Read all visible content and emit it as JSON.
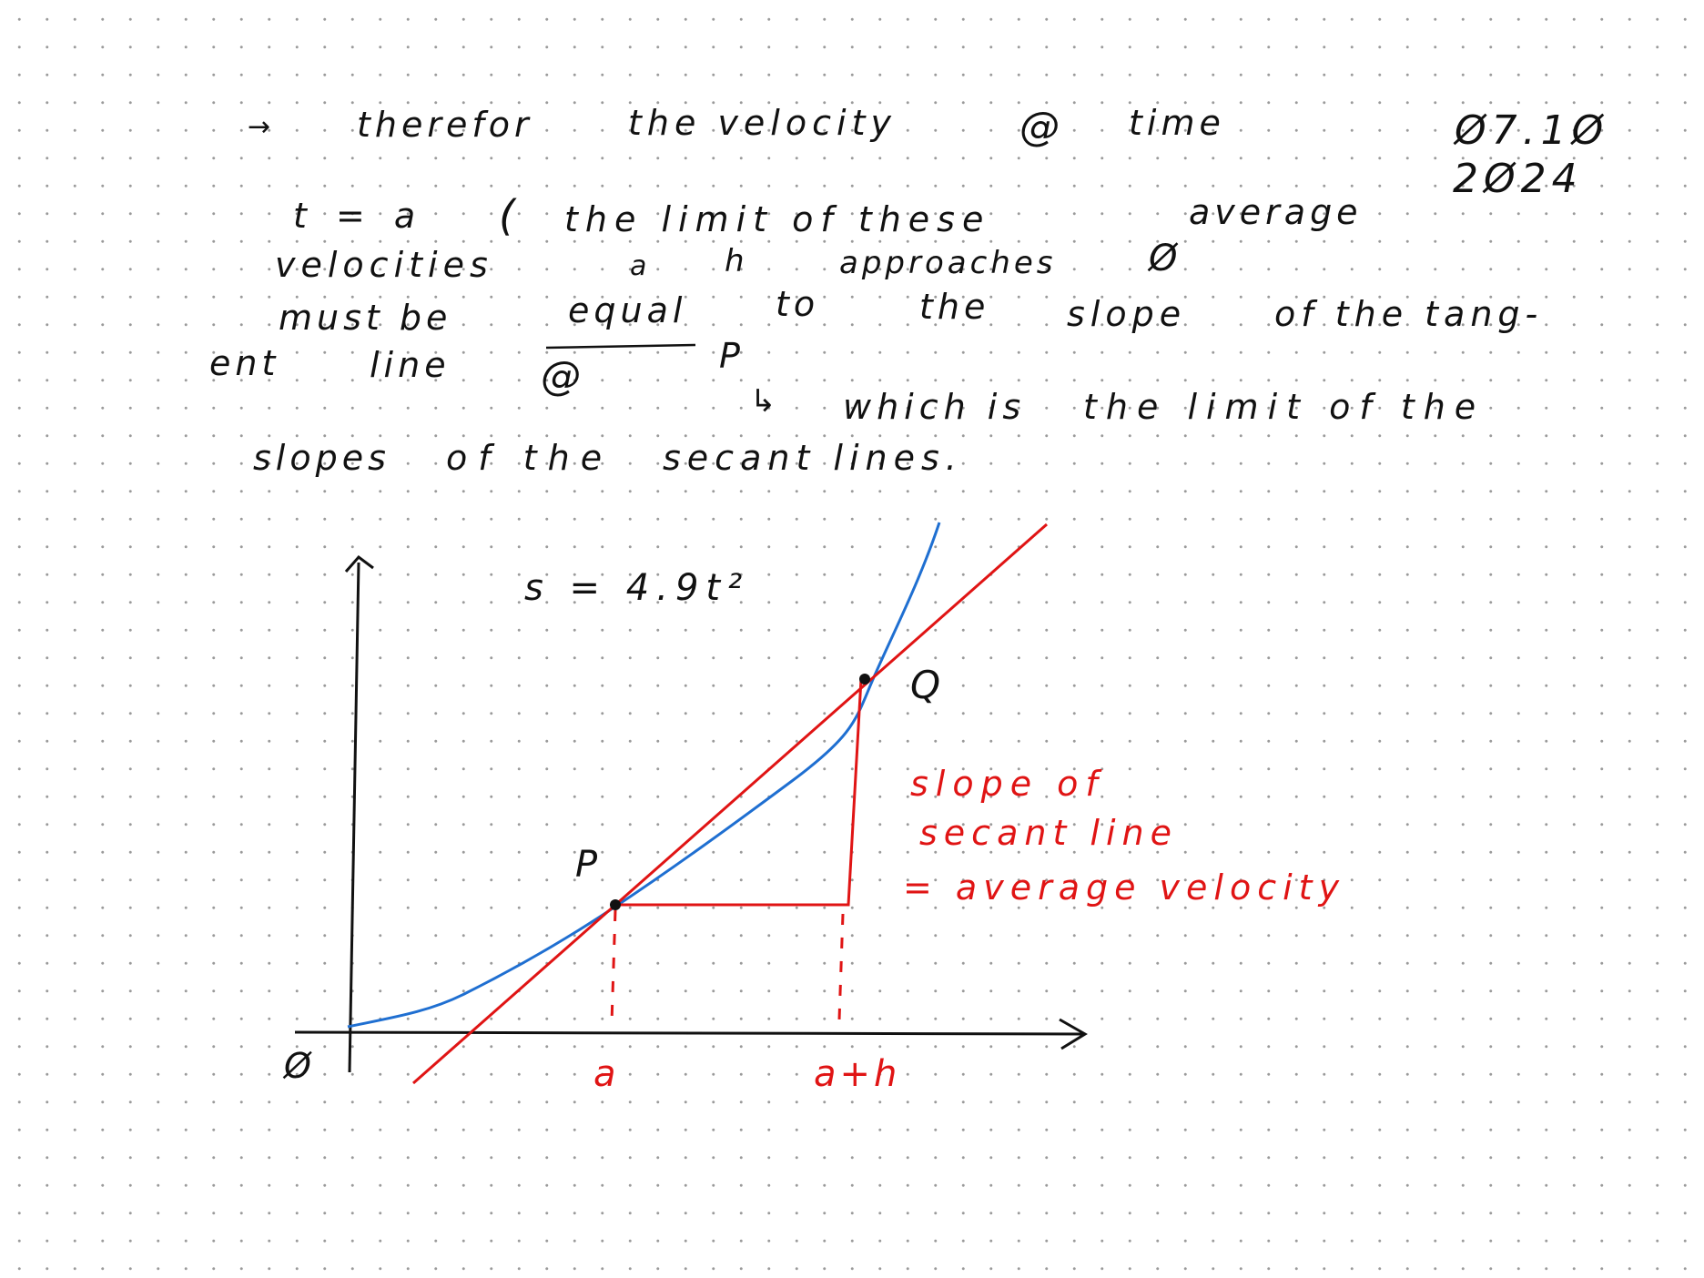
{
  "note": {
    "date_line1": "Ø7.1Ø",
    "date_line2": "2Ø24",
    "lines": {
      "arrow": "→",
      "therefor": "therefor",
      "the_velocity": "the velocity",
      "at1": "@",
      "time": "time",
      "t_eq_a": "t = a",
      "paren": "(",
      "the_limit_of_these": "the limit of these",
      "average": "average",
      "velocities": "velocities",
      "a": "a",
      "h": "h",
      "approaches": "approaches",
      "zero": "Ø",
      "must_be": "must be",
      "equal": "equal",
      "to": "to",
      "the": "the",
      "slope": "slope",
      "of_the_tang": "of the tang-",
      "ent": "ent",
      "line": "line",
      "at2": "@",
      "P": "P",
      "which_arrow": "↳",
      "which_is": "which is",
      "the_limit_of_the": "the limit of the",
      "slopes": "slopes",
      "of_the": "of the",
      "secant_lines": "secant lines."
    }
  },
  "figure": {
    "equation": "s = 4.9t²",
    "point_p": "P",
    "point_q": "Q",
    "origin": "Ø",
    "tick_a": "a",
    "tick_a_h": "a+h",
    "annotation_line1": "slope of",
    "annotation_line2": "secant line",
    "annotation_line3": "= average velocity",
    "colors": {
      "curve": "#1f6fd1",
      "secant": "#e01414",
      "axes": "#111111"
    }
  }
}
